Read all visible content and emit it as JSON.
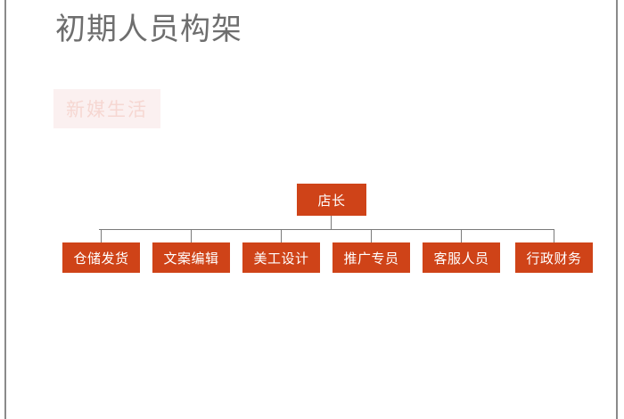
{
  "slide": {
    "title": "初期人员构架",
    "watermark": "新媒生活",
    "colors": {
      "node_fill": "#cf4318",
      "node_text": "#ffffff",
      "title_text": "#6e6e6e",
      "connector": "#7a7a7a",
      "watermark_bg": "#fbf0f0",
      "watermark_text": "#f6d3cd",
      "page_edge": "#8a8a8a",
      "background": "#ffffff"
    }
  },
  "org_chart": {
    "root": {
      "label": "店长"
    },
    "children": [
      {
        "label": "仓储发货"
      },
      {
        "label": "文案编辑"
      },
      {
        "label": "美工设计"
      },
      {
        "label": "推广专员"
      },
      {
        "label": "客服人员"
      },
      {
        "label": "行政财务"
      }
    ]
  }
}
